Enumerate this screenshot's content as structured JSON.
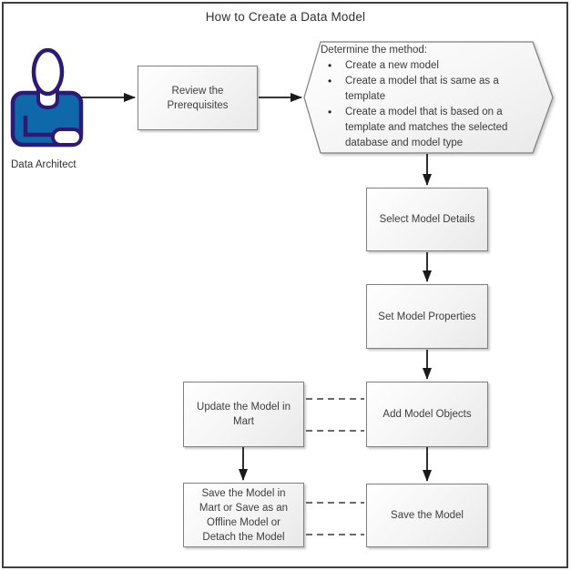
{
  "title": "How to Create a Data Model",
  "actor": {
    "label": "Data Architect"
  },
  "method": {
    "header": "Determine the method:",
    "bullets": [
      "Create a new model",
      "Create a model that is same as a template",
      "Create a model that is based on a template and matches the selected database and model type"
    ]
  },
  "nodes": {
    "review": {
      "label": "Review the Prerequisites"
    },
    "select_details": {
      "label": "Select Model Details"
    },
    "set_properties": {
      "label": "Set Model Properties"
    },
    "add_objects": {
      "label": "Add Model Objects"
    },
    "update_mart": {
      "label": "Update the Model in Mart"
    },
    "save_model": {
      "label": "Save the Model"
    },
    "save_mart": {
      "label": "Save the Model in Mart or Save as an Offline Model or Detach the Model"
    }
  },
  "colors": {
    "shirt_blue": "#0f68aa",
    "outline_navy": "#2e1a75",
    "box_border": "#7f7f7f",
    "connector": "#1a1a1a"
  }
}
